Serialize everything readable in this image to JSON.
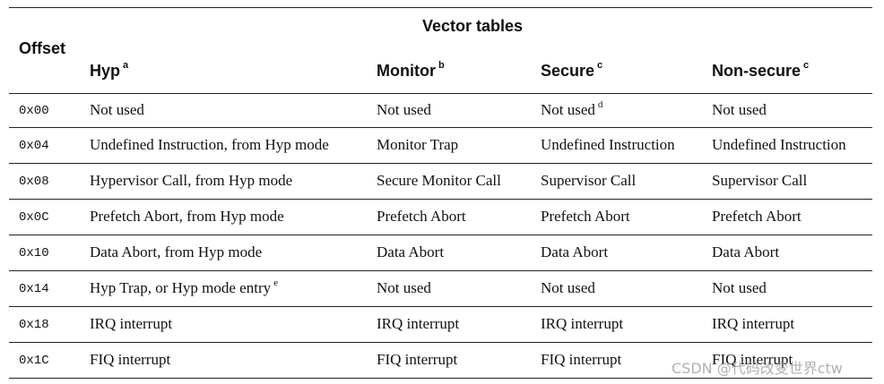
{
  "table": {
    "span_title": "Vector tables",
    "headers": {
      "offset": "Offset",
      "hyp": {
        "label": "Hyp",
        "note": "a"
      },
      "monitor": {
        "label": "Monitor",
        "note": "b"
      },
      "secure": {
        "label": "Secure",
        "note": "c"
      },
      "nonsecure": {
        "label": "Non-secure",
        "note": "c"
      }
    },
    "rows": [
      {
        "offset": "0x00",
        "hyp": "Not used",
        "hyp_note": "",
        "monitor": "Not used",
        "secure": "Not used",
        "secure_note": "d",
        "nonsecure": "Not used"
      },
      {
        "offset": "0x04",
        "hyp": "Undefined Instruction, from Hyp mode",
        "hyp_note": "",
        "monitor": "Monitor Trap",
        "secure": "Undefined Instruction",
        "secure_note": "",
        "nonsecure": "Undefined Instruction"
      },
      {
        "offset": "0x08",
        "hyp": "Hypervisor Call, from Hyp mode",
        "hyp_note": "",
        "monitor": "Secure Monitor Call",
        "secure": "Supervisor Call",
        "secure_note": "",
        "nonsecure": "Supervisor Call"
      },
      {
        "offset": "0x0C",
        "hyp": "Prefetch Abort, from Hyp mode",
        "hyp_note": "",
        "monitor": "Prefetch Abort",
        "secure": "Prefetch Abort",
        "secure_note": "",
        "nonsecure": "Prefetch Abort"
      },
      {
        "offset": "0x10",
        "hyp": "Data Abort, from Hyp mode",
        "hyp_note": "",
        "monitor": "Data Abort",
        "secure": "Data Abort",
        "secure_note": "",
        "nonsecure": "Data Abort"
      },
      {
        "offset": "0x14",
        "hyp": "Hyp Trap, or Hyp mode entry",
        "hyp_note": "e",
        "monitor": "Not used",
        "secure": "Not used",
        "secure_note": "",
        "nonsecure": "Not used"
      },
      {
        "offset": "0x18",
        "hyp": "IRQ interrupt",
        "hyp_note": "",
        "monitor": "IRQ interrupt",
        "secure": "IRQ interrupt",
        "secure_note": "",
        "nonsecure": "IRQ interrupt"
      },
      {
        "offset": "0x1C",
        "hyp": "FIQ interrupt",
        "hyp_note": "",
        "monitor": "FIQ interrupt",
        "secure": "FIQ interrupt",
        "secure_note": "",
        "nonsecure": "FIQ interrupt"
      }
    ]
  },
  "watermark": "CSDN @代码改变世界ctw"
}
